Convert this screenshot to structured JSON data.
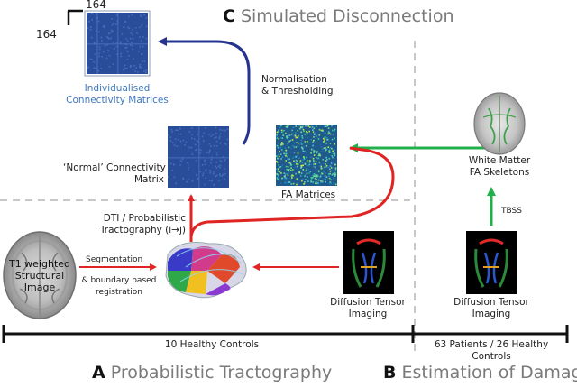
{
  "sections": {
    "c": {
      "letter": "C",
      "title": "Simulated Disconnection"
    },
    "a": {
      "letter": "A",
      "title": "Probabilistic Tractography"
    },
    "b": {
      "letter": "B",
      "title": "Estimation of Damage"
    }
  },
  "matrix_dims": {
    "rows": "164",
    "cols": "164"
  },
  "labels": {
    "individualised_line1": "Individualised",
    "individualised_line2": "Connectivity Matrices",
    "normalisation_line1": "Normalisation",
    "normalisation_line2": "& Thresholding",
    "normal_line1": "‘Normal’ Connectivity",
    "normal_line2": "Matrix",
    "fa_matrices": "FA Matrices",
    "wm_line1": "White Matter",
    "wm_line2": "FA Skeletons",
    "tbss": "TBSS",
    "dti_line1": "DTI / Probabilistic",
    "dti_line2": "Tractography (i→j)",
    "t1_line1": "T1 weighted",
    "t1_line2": "Structural",
    "t1_line3": "Image",
    "segmentation": "Segmentation",
    "boundary_line1": "& boundary based",
    "boundary_line2": "registration",
    "dti_left_line1": "Diffusion Tensor",
    "dti_left_line2": "Imaging",
    "dti_right_line1": "Diffusion Tensor",
    "dti_right_line2": "Imaging"
  },
  "timeline": {
    "left_label": "10 Healthy Controls",
    "right_line1": "63 Patients / 26 Healthy",
    "right_line2": "Controls"
  },
  "colors": {
    "blue_arrow": "#26348f",
    "green_arrow": "#22b04b",
    "red_arrow": "#e02424",
    "matrix_blue": "#2a4d9a"
  },
  "icons": [
    "brain-mri-icon",
    "brain-parcellation-icon",
    "dti-tract-icon",
    "fa-skeleton-icon"
  ]
}
